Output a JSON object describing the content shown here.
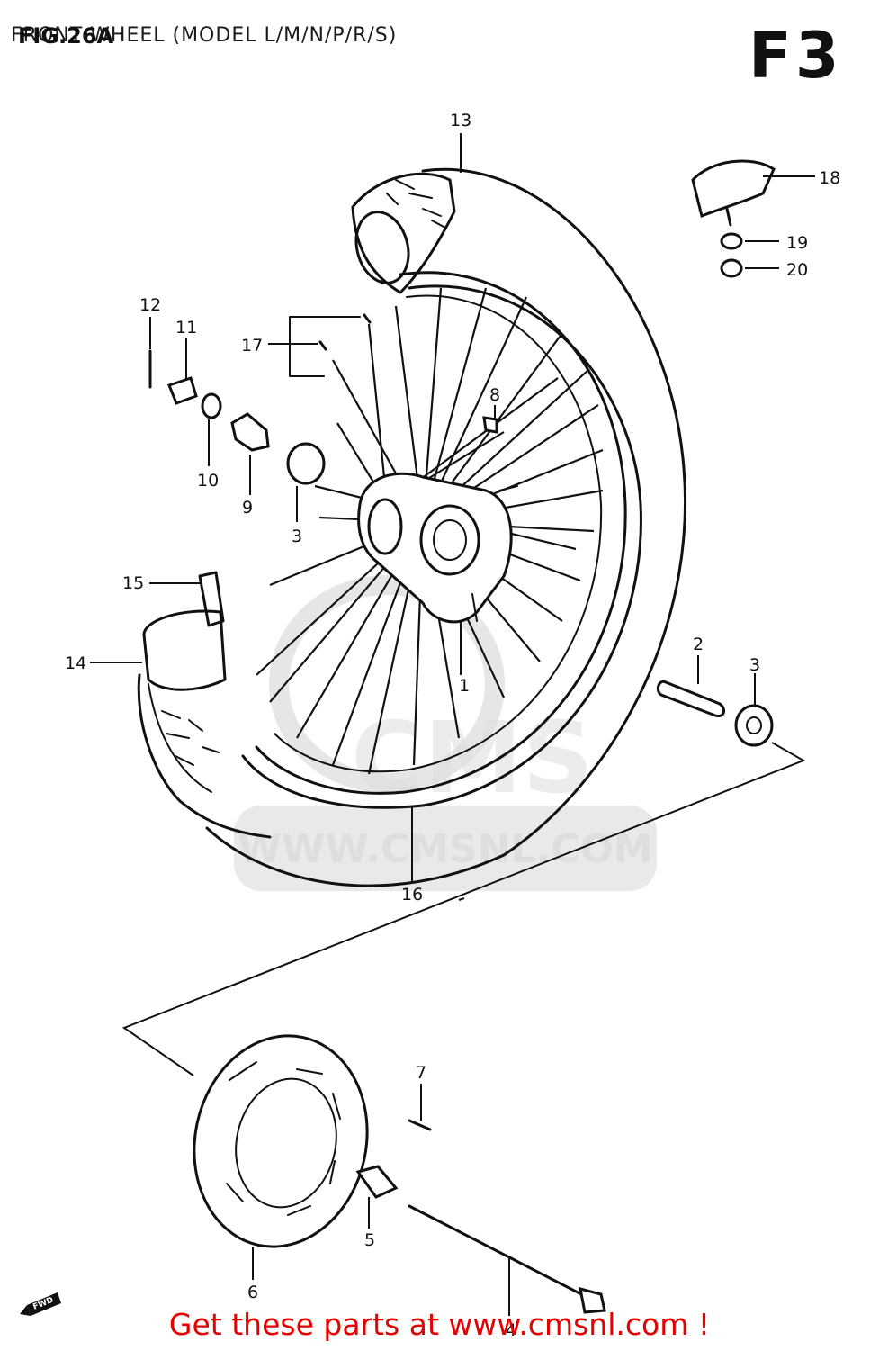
{
  "header": {
    "title": "FRONT WHEEL (MODEL L/M/N/P/R/S)",
    "figure": "FIG.26A",
    "section": "F3"
  },
  "watermark": {
    "url": "WWW.CMSNL.COM"
  },
  "direction_badge": "FWD",
  "callouts": [
    "1",
    "2",
    "3",
    "3",
    "4",
    "5",
    "6",
    "7",
    "8",
    "9",
    "10",
    "11",
    "12",
    "13",
    "14",
    "15",
    "16",
    "17",
    "18",
    "19",
    "20"
  ],
  "footer": {
    "text": "Get these parts at www.cmsnl.com !",
    "color": "#e60000"
  }
}
